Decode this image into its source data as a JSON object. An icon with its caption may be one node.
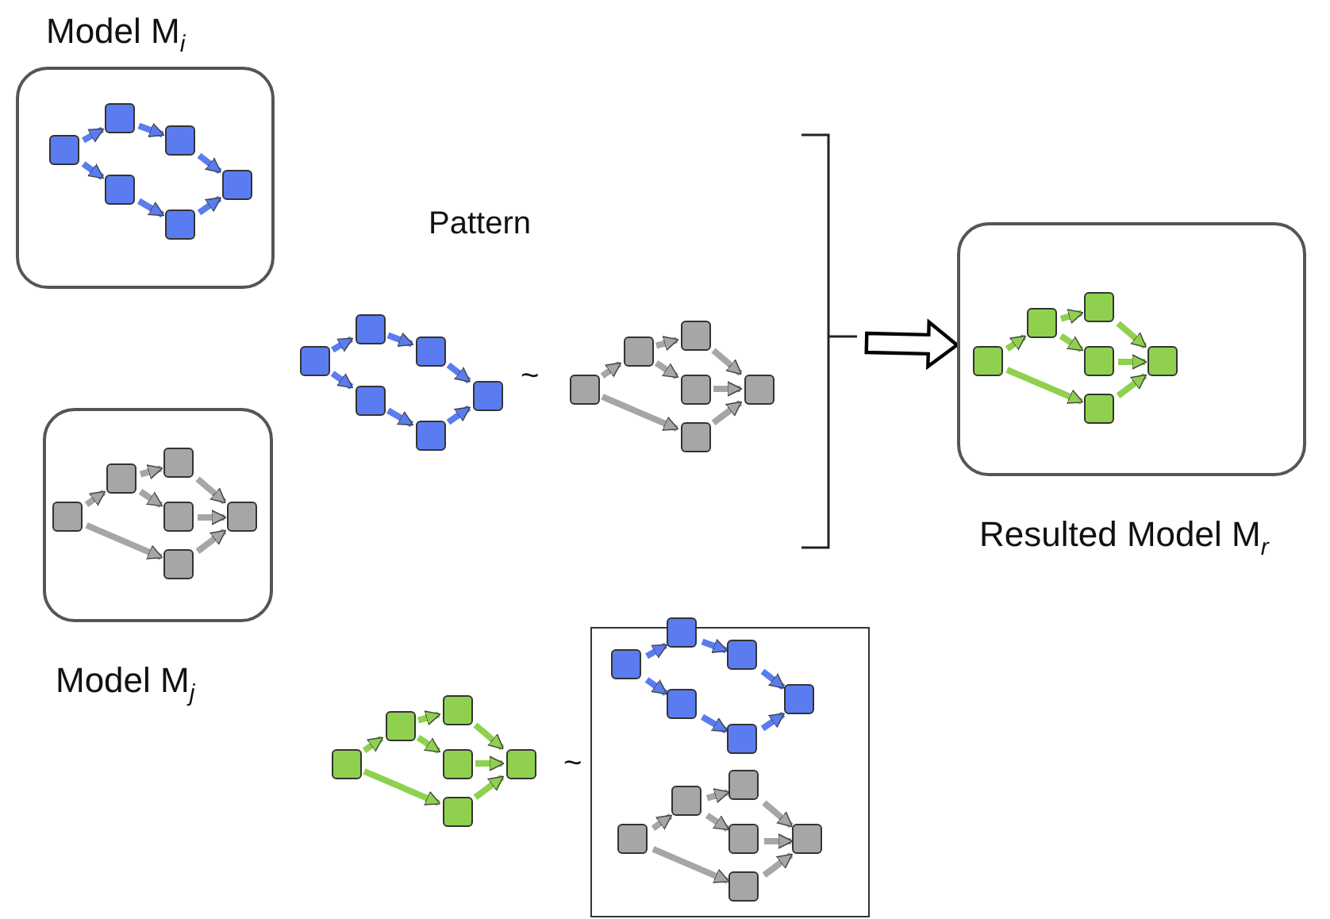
{
  "diagram": {
    "nodes": [
      {
        "text": [
          "Model M$_{i}$"
        ]
      },
      {
        "text": [],
        "shape": "box",
        "in": 0
      },
      {
        "text": [],
        "shape": "box",
        "in": 0
      },
      {
        "text": [],
        "shape": "box",
        "in": 0
      },
      {
        "text": [],
        "shape": "box",
        "in": 0
      },
      {
        "text": [],
        "shape": "box",
        "in": 0
      },
      {
        "text": [],
        "shape": "box",
        "in": 0
      },
      {
        "text": [
          "Model M$_{j}$"
        ]
      },
      {
        "text": [],
        "shape": "box",
        "in": 7
      },
      {
        "text": [],
        "shape": "box",
        "in": 7
      },
      {
        "text": [],
        "shape": "box",
        "in": 7
      },
      {
        "text": [],
        "shape": "box",
        "in": 7
      },
      {
        "text": [],
        "shape": "box",
        "in": 7
      },
      {
        "text": [],
        "shape": "box",
        "in": 7
      },
      {
        "text": [],
        "shape": "box"
      },
      {
        "text": [],
        "shape": "box"
      },
      {
        "text": [],
        "shape": "box"
      },
      {
        "text": [],
        "shape": "box"
      },
      {
        "text": [],
        "shape": "box"
      },
      {
        "text": [],
        "shape": "box"
      },
      {
        "text": [],
        "shape": "box"
      },
      {
        "text": [],
        "shape": "box"
      },
      {
        "text": [],
        "shape": "box"
      },
      {
        "text": [],
        "shape": "box"
      },
      {
        "text": [],
        "shape": "box"
      },
      {
        "text": [],
        "shape": "box"
      },
      {
        "text": [
          "Resulted Model M$_{r}$"
        ]
      },
      {
        "text": [],
        "shape": "box",
        "in": 26
      },
      {
        "text": [],
        "shape": "box",
        "in": 26
      },
      {
        "text": [],
        "shape": "box",
        "in": 26
      },
      {
        "text": [],
        "shape": "box",
        "in": 26
      },
      {
        "text": [],
        "shape": "box",
        "in": 26
      },
      {
        "text": [],
        "shape": "box",
        "in": 26
      },
      {
        "text": [],
        "shape": "box"
      },
      {
        "text": [],
        "shape": "box"
      },
      {
        "text": [],
        "shape": "box"
      },
      {
        "text": [],
        "shape": "box"
      },
      {
        "text": [],
        "shape": "box"
      },
      {
        "text": [],
        "shape": "box"
      },
      {
        "text": [],
        "shape": "box"
      },
      {
        "text": [],
        "shape": "box",
        "in": 39
      },
      {
        "text": [],
        "shape": "box",
        "in": 39
      },
      {
        "text": [],
        "shape": "box",
        "in": 39
      },
      {
        "text": [],
        "shape": "box",
        "in": 39
      },
      {
        "text": [],
        "shape": "box",
        "in": 39
      },
      {
        "text": [],
        "shape": "box",
        "in": 39
      },
      {
        "text": [],
        "shape": "box",
        "in": 39
      },
      {
        "text": [],
        "shape": "box",
        "in": 39
      },
      {
        "text": [],
        "shape": "box",
        "in": 39
      },
      {
        "text": [],
        "shape": "box",
        "in": 39
      },
      {
        "text": [],
        "shape": "box",
        "in": 39
      },
      {
        "text": [],
        "shape": "box",
        "in": 39
      }
    ],
    "edges": [
      {
        "from": 1,
        "to": 2,
        "arrow": "to",
        "color": "#5b7cf0"
      },
      {
        "from": 2,
        "to": 3,
        "arrow": "to",
        "color": "#5b7cf0"
      },
      {
        "from": 3,
        "to": 4,
        "arrow": "to",
        "color": "#5b7cf0"
      },
      {
        "from": 1,
        "to": 5,
        "arrow": "to",
        "color": "#5b7cf0"
      },
      {
        "from": 5,
        "to": 6,
        "arrow": "to",
        "color": "#5b7cf0"
      },
      {
        "from": 6,
        "to": 4,
        "arrow": "to",
        "color": "#5b7cf0"
      },
      {
        "from": 8,
        "to": 9,
        "arrow": "to"
      },
      {
        "from": 9,
        "to": 10,
        "arrow": "to"
      },
      {
        "from": 9,
        "to": 11,
        "arrow": "to"
      },
      {
        "from": 10,
        "to": 12,
        "arrow": "to"
      },
      {
        "from": 11,
        "to": 12,
        "arrow": "to"
      },
      {
        "from": 8,
        "to": 13,
        "arrow": "to"
      },
      {
        "from": 13,
        "to": 12,
        "arrow": "to"
      },
      {
        "from": 14,
        "to": 15,
        "arrow": "to",
        "color": "#5b7cf0"
      },
      {
        "from": 15,
        "to": 16,
        "arrow": "to",
        "color": "#5b7cf0"
      },
      {
        "from": 16,
        "to": 17,
        "arrow": "to",
        "color": "#5b7cf0"
      },
      {
        "from": 14,
        "to": 18,
        "arrow": "to",
        "color": "#5b7cf0"
      },
      {
        "from": 18,
        "to": 19,
        "arrow": "to",
        "color": "#5b7cf0"
      },
      {
        "from": 19,
        "to": 17,
        "arrow": "to",
        "color": "#5b7cf0"
      },
      {
        "from": 20,
        "to": 21,
        "arrow": "to"
      },
      {
        "from": 21,
        "to": 22,
        "arrow": "to"
      },
      {
        "from": 21,
        "to": 23,
        "arrow": "to"
      },
      {
        "from": 22,
        "to": 24,
        "arrow": "to"
      },
      {
        "from": 23,
        "to": 24,
        "arrow": "to"
      },
      {
        "from": 20,
        "to": 25,
        "arrow": "to"
      },
      {
        "from": 25,
        "to": 24,
        "arrow": "to"
      },
      {
        "from": 27,
        "to": 28,
        "arrow": "to",
        "color": "#8fd14f"
      },
      {
        "from": 28,
        "to": 29,
        "arrow": "to",
        "color": "#8fd14f"
      },
      {
        "from": 28,
        "to": 30,
        "arrow": "to",
        "color": "#8fd14f"
      },
      {
        "from": 29,
        "to": 31,
        "arrow": "to",
        "color": "#8fd14f"
      },
      {
        "from": 30,
        "to": 31,
        "arrow": "to",
        "color": "#8fd14f"
      },
      {
        "from": 27,
        "to": 32,
        "arrow": "to",
        "color": "#8fd14f"
      },
      {
        "from": 32,
        "to": 31,
        "arrow": "to",
        "color": "#8fd14f"
      },
      {
        "from": 33,
        "to": 34,
        "arrow": "to",
        "color": "#8fd14f"
      },
      {
        "from": 34,
        "to": 35,
        "arrow": "to",
        "color": "#8fd14f"
      },
      {
        "from": 34,
        "to": 36,
        "arrow": "to",
        "color": "#8fd14f"
      },
      {
        "from": 35,
        "to": 37,
        "arrow": "to",
        "color": "#8fd14f"
      },
      {
        "from": 36,
        "to": 37,
        "arrow": "to",
        "color": "#8fd14f"
      },
      {
        "from": 33,
        "to": 38,
        "arrow": "to",
        "color": "#8fd14f"
      },
      {
        "from": 38,
        "to": 37,
        "arrow": "to",
        "color": "#8fd14f"
      },
      {
        "from": 40,
        "to": 41,
        "arrow": "to",
        "color": "#5b7cf0"
      },
      {
        "from": 41,
        "to": 42,
        "arrow": "to",
        "color": "#5b7cf0"
      },
      {
        "from": 42,
        "to": 43,
        "arrow": "to",
        "color": "#5b7cf0"
      },
      {
        "from": 40,
        "to": 44,
        "arrow": "to",
        "color": "#5b7cf0"
      },
      {
        "from": 44,
        "to": 45,
        "arrow": "to",
        "color": "#5b7cf0"
      },
      {
        "from": 45,
        "to": 43,
        "arrow": "to",
        "color": "#5b7cf0"
      },
      {
        "from": 46,
        "to": 47,
        "arrow": "to"
      },
      {
        "from": 47,
        "to": 48,
        "arrow": "to"
      },
      {
        "from": 47,
        "to": 49,
        "arrow": "to"
      },
      {
        "from": 48,
        "to": 50,
        "arrow": "to"
      },
      {
        "from": 49,
        "to": 50,
        "arrow": "to"
      },
      {
        "from": 46,
        "to": 51,
        "arrow": "to"
      },
      {
        "from": 51,
        "to": 50,
        "arrow": "to"
      },
      {
        "from": null,
        "to": 26,
        "arrow": "to",
        "style": "thick",
        "color": "#000000"
      }
    ],
    "labels": [
      "Pattern",
      "~",
      "~"
    ]
  }
}
